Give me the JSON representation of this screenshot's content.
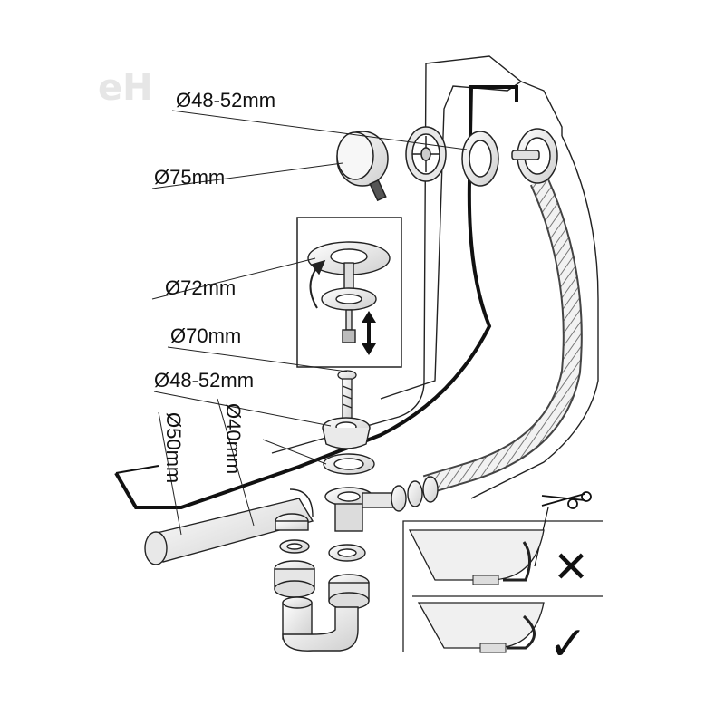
{
  "watermark": "eH",
  "labels": {
    "d48_top": "Ø48-52mm",
    "d75": "Ø75mm",
    "d72": "Ø72mm",
    "d70": "Ø70mm",
    "d48_mid": "Ø48-52mm",
    "d50": "Ø50mm",
    "d40": "Ø40mm"
  },
  "insets": {
    "wrong_mark": "✕",
    "correct_mark": "✓"
  },
  "colors": {
    "line": "#1a1a1a",
    "wall": "#111111",
    "hatch": "#9a9a9a",
    "fill": "#f4f4f4",
    "watermark": "#e6e6e6"
  }
}
